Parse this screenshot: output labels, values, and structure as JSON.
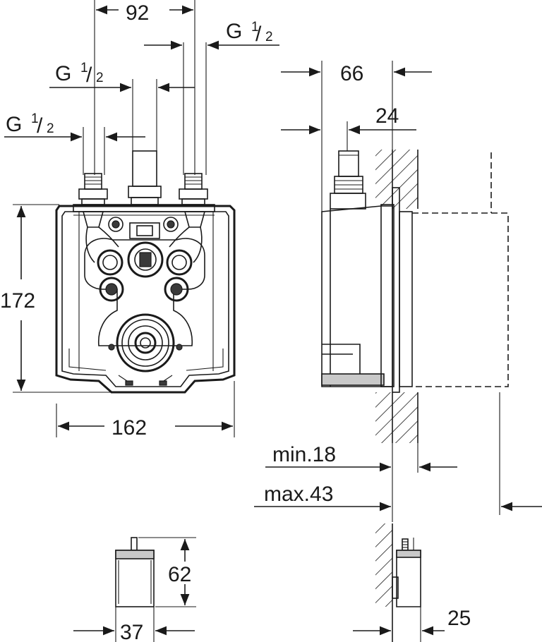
{
  "dimensions": {
    "top_spacing": "92",
    "thread_g": "G",
    "thread_half_num": "1",
    "thread_half_den": "2",
    "width_depth": "66",
    "offset_depth": "24",
    "height": "172",
    "width": "162",
    "min_depth": "min.18",
    "max_depth": "max.43",
    "small_height": "62",
    "small_width": "37",
    "small_depth": "25"
  }
}
